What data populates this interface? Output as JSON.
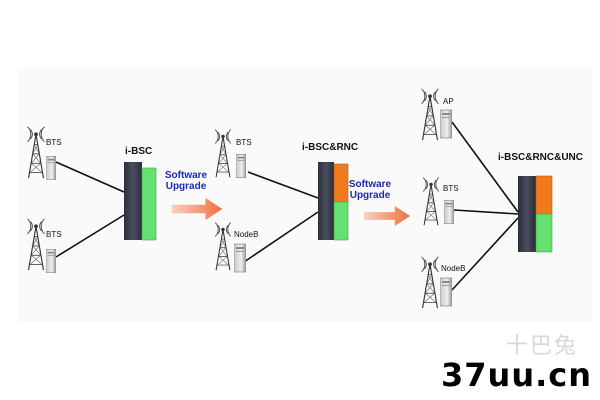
{
  "colors": {
    "background": "#ffffff",
    "panel": "#fafafa",
    "link": "#111111",
    "cabinet": "#3a3d4a",
    "green_module": "#66e070",
    "orange_module": "#f07a1e",
    "arrow": "#f08a5c",
    "upgrade_text": "#1b2aa8"
  },
  "stage1": {
    "sites": [
      {
        "label": "BTS",
        "icon": "antenna-tower-icon"
      },
      {
        "label": "BTS",
        "icon": "antenna-tower-icon"
      }
    ],
    "controller": {
      "label": "i-BSC",
      "icon": "rack-cabinet-icon"
    }
  },
  "upgrade1": {
    "line1": "Software",
    "line2": "Upgrade",
    "icon": "arrow-right-icon"
  },
  "stage2": {
    "sites": [
      {
        "label": "BTS",
        "icon": "antenna-tower-icon"
      },
      {
        "label": "NodeB",
        "icon": "antenna-tower-icon"
      }
    ],
    "controller": {
      "label": "i-BSC&RNC",
      "icon": "rack-cabinet-icon"
    }
  },
  "upgrade2": {
    "line1": "Software",
    "line2": "Upgrade",
    "icon": "arrow-right-icon"
  },
  "stage3": {
    "sites": [
      {
        "label": "AP",
        "icon": "antenna-tower-icon"
      },
      {
        "label": "BTS",
        "icon": "antenna-tower-icon"
      },
      {
        "label": "NodeB",
        "icon": "antenna-tower-icon"
      }
    ],
    "controller": {
      "label": "i-BSC&RNC&UNC",
      "icon": "rack-cabinet-icon"
    }
  },
  "watermark": {
    "site": "37uu.cn",
    "cn": "十巴兔"
  }
}
